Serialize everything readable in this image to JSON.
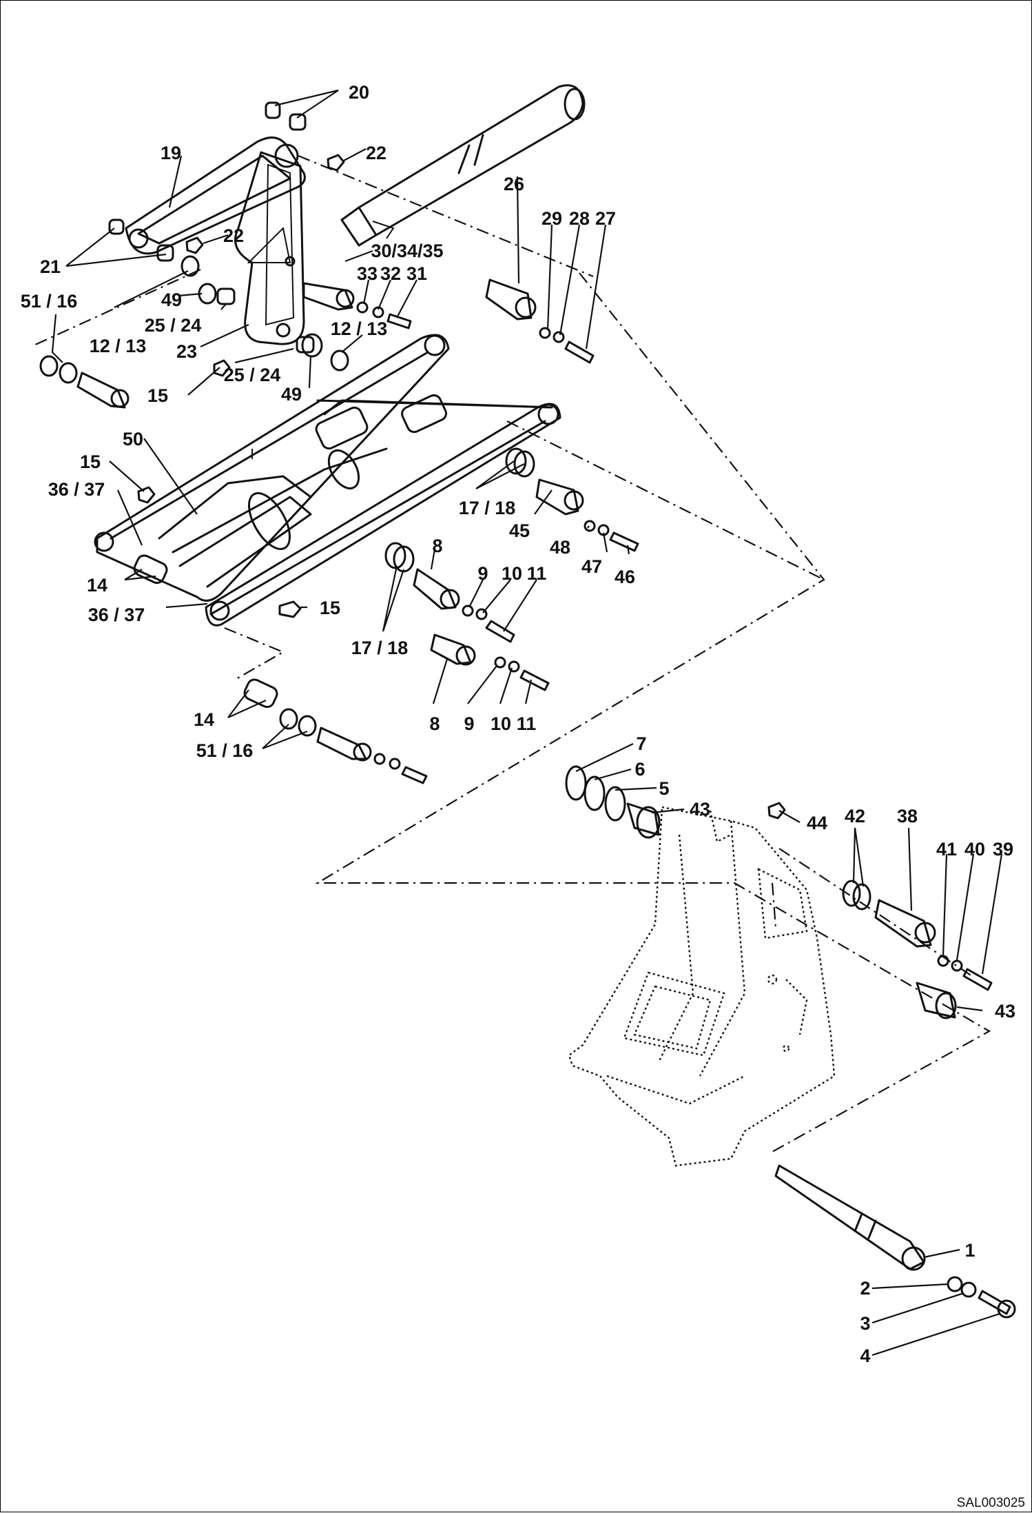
{
  "diagram": {
    "drawing_code": "SAL003025",
    "callouts": [
      {
        "id": "c20",
        "text": "20"
      },
      {
        "id": "c22a",
        "text": "22"
      },
      {
        "id": "c19",
        "text": "19"
      },
      {
        "id": "c22b",
        "text": "22"
      },
      {
        "id": "c26",
        "text": "26"
      },
      {
        "id": "c29",
        "text": "29"
      },
      {
        "id": "c28",
        "text": "28"
      },
      {
        "id": "c27",
        "text": "27"
      },
      {
        "id": "c21",
        "text": "21"
      },
      {
        "id": "c30",
        "text": "30/34/35"
      },
      {
        "id": "c33",
        "text": "33"
      },
      {
        "id": "c32",
        "text": "32"
      },
      {
        "id": "c31",
        "text": "31"
      },
      {
        "id": "c51a",
        "text": "51 / 16"
      },
      {
        "id": "c49a",
        "text": "49"
      },
      {
        "id": "c25a",
        "text": "25 / 24"
      },
      {
        "id": "c12a",
        "text": "12 / 13"
      },
      {
        "id": "c12b",
        "text": "12 / 13"
      },
      {
        "id": "c23",
        "text": "23"
      },
      {
        "id": "c25b",
        "text": "25 / 24"
      },
      {
        "id": "c15a",
        "text": "15"
      },
      {
        "id": "c49b",
        "text": "49"
      },
      {
        "id": "c50",
        "text": "50"
      },
      {
        "id": "c15b",
        "text": "15"
      },
      {
        "id": "c36a",
        "text": "36 / 37"
      },
      {
        "id": "c17a",
        "text": "17 / 18"
      },
      {
        "id": "c45",
        "text": "45"
      },
      {
        "id": "c48",
        "text": "48"
      },
      {
        "id": "c47",
        "text": "47"
      },
      {
        "id": "c46",
        "text": "46"
      },
      {
        "id": "c8a",
        "text": "8"
      },
      {
        "id": "c9a",
        "text": "9"
      },
      {
        "id": "c10a",
        "text": "10"
      },
      {
        "id": "c11a",
        "text": "11"
      },
      {
        "id": "c14a",
        "text": "14"
      },
      {
        "id": "c36b",
        "text": "36 / 37"
      },
      {
        "id": "c15c",
        "text": "15"
      },
      {
        "id": "c17b",
        "text": "17 / 18"
      },
      {
        "id": "c8b",
        "text": "8"
      },
      {
        "id": "c9b",
        "text": "9"
      },
      {
        "id": "c10b",
        "text": "10"
      },
      {
        "id": "c11b",
        "text": "11"
      },
      {
        "id": "c14b",
        "text": "14"
      },
      {
        "id": "c51b",
        "text": "51 / 16"
      },
      {
        "id": "c7",
        "text": "7"
      },
      {
        "id": "c6",
        "text": "6"
      },
      {
        "id": "c5",
        "text": "5"
      },
      {
        "id": "c43a",
        "text": "43"
      },
      {
        "id": "c44",
        "text": "44"
      },
      {
        "id": "c42",
        "text": "42"
      },
      {
        "id": "c38",
        "text": "38"
      },
      {
        "id": "c41",
        "text": "41"
      },
      {
        "id": "c40",
        "text": "40"
      },
      {
        "id": "c39",
        "text": "39"
      },
      {
        "id": "c43b",
        "text": "43"
      },
      {
        "id": "c1",
        "text": "1"
      },
      {
        "id": "c2",
        "text": "2"
      },
      {
        "id": "c3",
        "text": "3"
      },
      {
        "id": "c4",
        "text": "4"
      }
    ]
  }
}
